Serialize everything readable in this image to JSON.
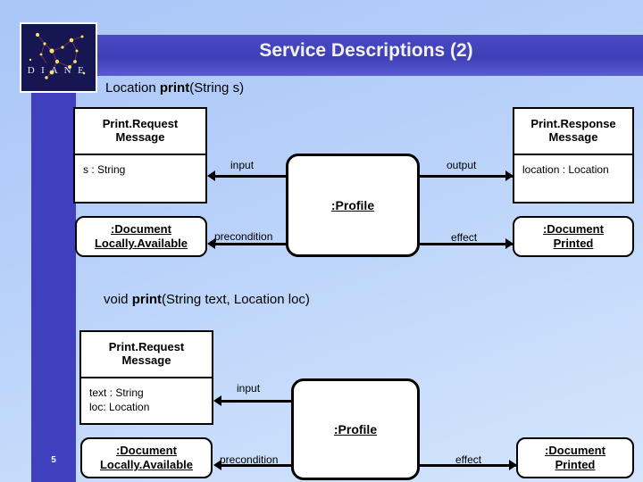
{
  "slide": {
    "title": "Service Descriptions (2)",
    "page_number": "5",
    "logo_text": "D I A N E",
    "colors": {
      "banner": "#3f3fb8",
      "side_bar": "#4040bf",
      "background_top": "#a9c6f7",
      "background_bottom": "#d4e5fd",
      "logo_bg": "#161653",
      "box_fill": "#ffffff",
      "line": "#000000"
    }
  },
  "sections": [
    {
      "id": "section-1",
      "caption_plain": "Location ",
      "caption_bold": "print",
      "caption_tail": "(String s)",
      "request_box": {
        "title_line1": "Print.Request",
        "title_line2": "Message",
        "attributes": [
          "s : String"
        ]
      },
      "precondition_state": {
        "line1": ":Document",
        "line2": "Locally.Available"
      },
      "profile": {
        "label": ":Profile"
      },
      "response_box": {
        "title_line1": "Print.Response",
        "title_line2": "Message",
        "attributes": [
          "location : Location"
        ]
      },
      "effect_state": {
        "line1": ":Document",
        "line2": "Printed"
      },
      "edges": {
        "input": "input",
        "precondition": "precondition",
        "output": "output",
        "effect": "effect"
      }
    },
    {
      "id": "section-2",
      "caption_plain": "void ",
      "caption_bold": "print",
      "caption_tail": "(String text, Location loc)",
      "request_box": {
        "title_line1": "Print.Request",
        "title_line2": "Message",
        "attributes": [
          "text : String",
          "loc: Location"
        ]
      },
      "precondition_state": {
        "line1": ":Document",
        "line2": "Locally.Available"
      },
      "profile": {
        "label": ":Profile"
      },
      "effect_state": {
        "line1": ":Document",
        "line2": "Printed"
      },
      "edges": {
        "input": "input",
        "precondition": "precondition",
        "effect": "effect"
      }
    }
  ]
}
